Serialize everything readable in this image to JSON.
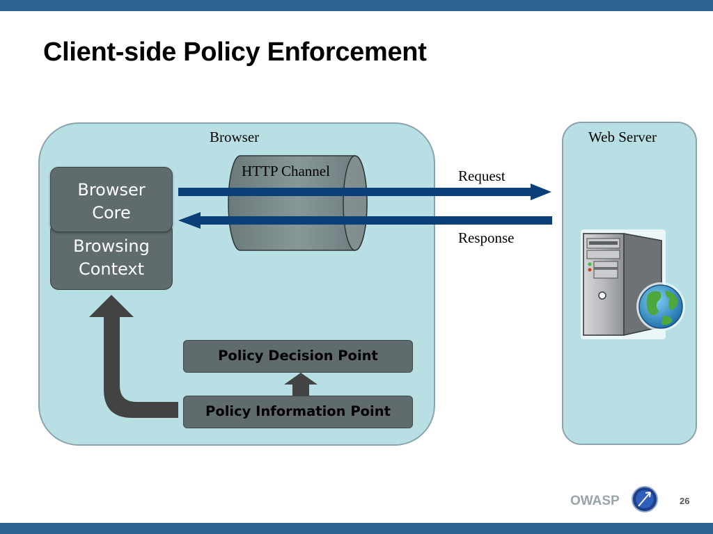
{
  "slide": {
    "title": "Client-side Policy Enforcement",
    "page_number": "26"
  },
  "diagram": {
    "browser_label": "Browser",
    "web_server_label": "Web Server",
    "http_channel_label": "HTTP Channel",
    "request_label": "Request",
    "response_label": "Response",
    "browser_core_line1": "Browser",
    "browser_core_line2": "Core",
    "browsing_context_line1": "Browsing",
    "browsing_context_line2": "Context",
    "policy_decision_point": "Policy Decision Point",
    "policy_information_point": "Policy Information Point"
  },
  "footer": {
    "logo_text": "OWASP"
  },
  "colors": {
    "band": "#2e6193",
    "region_fill": "#b8dfe3",
    "box_fill": "#5f6b6c",
    "arrow_blue": "#0b3f78",
    "arrow_dark": "#434343"
  }
}
